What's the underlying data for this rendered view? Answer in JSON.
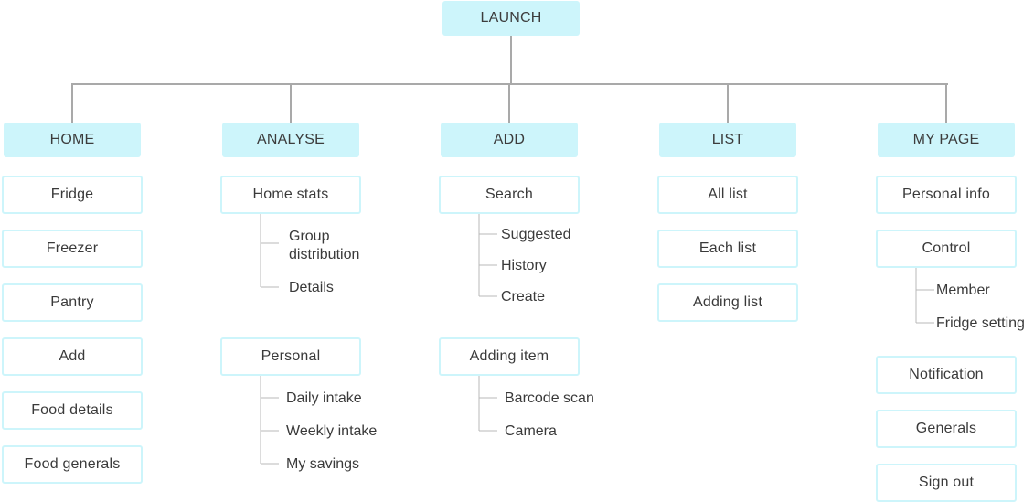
{
  "root": {
    "label": "LAUNCH"
  },
  "columns": [
    {
      "label": "HOME",
      "items": [
        {
          "label": "Fridge"
        },
        {
          "label": "Freezer"
        },
        {
          "label": "Pantry"
        },
        {
          "label": "Add"
        },
        {
          "label": "Food details"
        },
        {
          "label": "Food generals"
        }
      ]
    },
    {
      "label": "ANALYSE",
      "items": [
        {
          "label": "Home stats",
          "subs": [
            "Group\ndistribution",
            "Details"
          ]
        },
        {
          "label": "Personal",
          "subs": [
            "Daily intake",
            "Weekly intake",
            "My savings"
          ]
        }
      ]
    },
    {
      "label": "ADD",
      "items": [
        {
          "label": "Search",
          "subs": [
            "Suggested",
            "History",
            "Create"
          ]
        },
        {
          "label": "Adding item",
          "subs": [
            "Barcode scan",
            "Camera"
          ]
        }
      ]
    },
    {
      "label": "LIST",
      "items": [
        {
          "label": "All list"
        },
        {
          "label": "Each list"
        },
        {
          "label": "Adding list"
        }
      ]
    },
    {
      "label": "MY PAGE",
      "items": [
        {
          "label": "Personal info"
        },
        {
          "label": "Control",
          "subs": [
            "Member",
            "Fridge setting"
          ]
        },
        {
          "label": "Notification"
        },
        {
          "label": "Generals"
        },
        {
          "label": "Sign out"
        }
      ]
    }
  ]
}
